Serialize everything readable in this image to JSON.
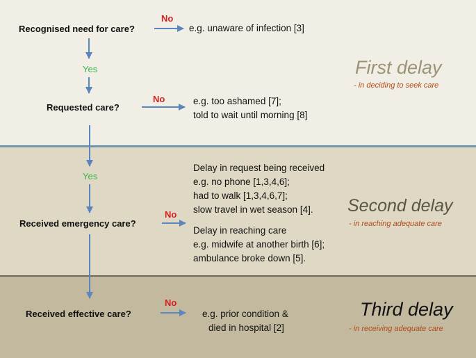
{
  "colors": {
    "band1": "#f1efe5",
    "band2": "#dfd8c5",
    "band3": "#c2b99e",
    "arrow": "#5b86bd",
    "no": "#d62020",
    "yes": "#3db54a",
    "subtitle": "#b24a18",
    "delay_title_light": "#9c9277",
    "delay_title_dark": "#111111"
  },
  "questions": {
    "q1": "Recognised need for care?",
    "q2": "Requested care?",
    "q3": "Received emergency care?",
    "q4": "Received effective care?"
  },
  "labels": {
    "no": "No",
    "yes": "Yes"
  },
  "examples": {
    "q1": [
      "e.g. unaware of infection [3]"
    ],
    "q2": [
      "e.g. too ashamed [7];",
      "told to wait until morning [8]"
    ],
    "q3a": [
      "Delay in request being received",
      "e.g. no phone [1,3,4,6];",
      "had to walk [1,3,4,6,7];",
      "slow travel in wet season [4]."
    ],
    "q3b": [
      "Delay in reaching care",
      "e.g. midwife at another birth [6];",
      "ambulance broke down [5]."
    ],
    "q4": [
      "e.g. prior condition &",
      "died in hospital [2]"
    ]
  },
  "delays": {
    "first": {
      "title": "First delay",
      "subtitle": "- in deciding to seek care"
    },
    "second": {
      "title": "Second delay",
      "subtitle": "- in reaching adequate care"
    },
    "third": {
      "title": "Third delay",
      "subtitle": "- in receiving adequate care"
    }
  }
}
